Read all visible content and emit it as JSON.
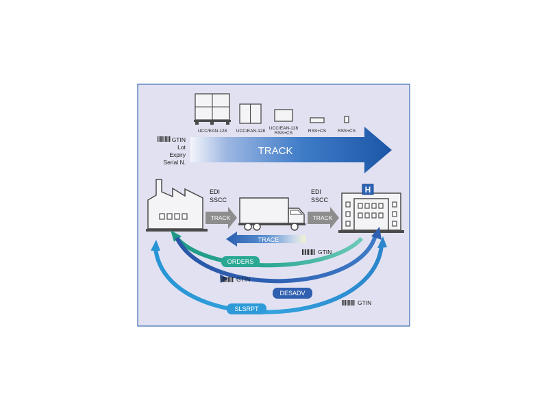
{
  "packages": [
    {
      "label": "UCC/EAN-128"
    },
    {
      "label": "UCC/EAN-128"
    },
    {
      "label_line1": "UCC/EAN-128",
      "label_line2": "RSS+CS"
    },
    {
      "label": "RSS+CS"
    },
    {
      "label": "RSS+CS"
    }
  ],
  "track_info": {
    "line1": "GTIN",
    "line2": "Lot",
    "line3": "Expiry",
    "line4": "Serial N."
  },
  "track_arrow": {
    "label": "TRACK"
  },
  "edi_left": {
    "line1": "EDI",
    "line2": "SSCC",
    "arrow": "TRACK"
  },
  "edi_right": {
    "line1": "EDI",
    "line2": "SSCC",
    "arrow": "TRACK"
  },
  "trace_arrow": {
    "label": "TRACE"
  },
  "hospital": {
    "sign": "H"
  },
  "flows": {
    "orders": "ORDERS",
    "desadv": "DESADV",
    "slsrpt": "SLSRPT",
    "gtin_1": "GTIN",
    "gtin_2": "GTIN",
    "gtin_3": "GTIN"
  },
  "colors": {
    "panel": "#e1e1f1",
    "panel_border": "#3c6ab0",
    "track_blue": "#2b6bb8",
    "gray_arrow": "#8d8d8d",
    "orders_teal": "#2aa894",
    "desadv_blue": "#2f5fb0",
    "slsrpt_blue": "#2e9ad8"
  }
}
